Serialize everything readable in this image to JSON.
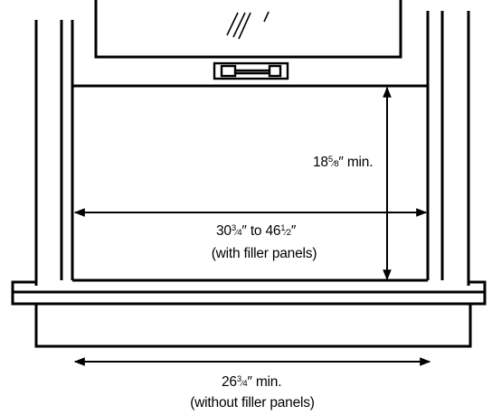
{
  "dimensions": {
    "height": {
      "whole": "18",
      "frac_num": "5",
      "frac_den": "8",
      "suffix": "″ min."
    },
    "opening_width": {
      "from_whole": "30",
      "from_num": "3",
      "from_den": "4",
      "to_text": "″ to 46",
      "to_num": "1",
      "to_den": "2",
      "to_suffix": "″",
      "note": "(with filler panels)"
    },
    "min_width": {
      "whole": "26",
      "frac_num": "3",
      "frac_den": "4",
      "suffix": "″ min.",
      "note": "(without filler panels)"
    }
  },
  "colors": {
    "line": "#000000",
    "background": "#ffffff"
  }
}
